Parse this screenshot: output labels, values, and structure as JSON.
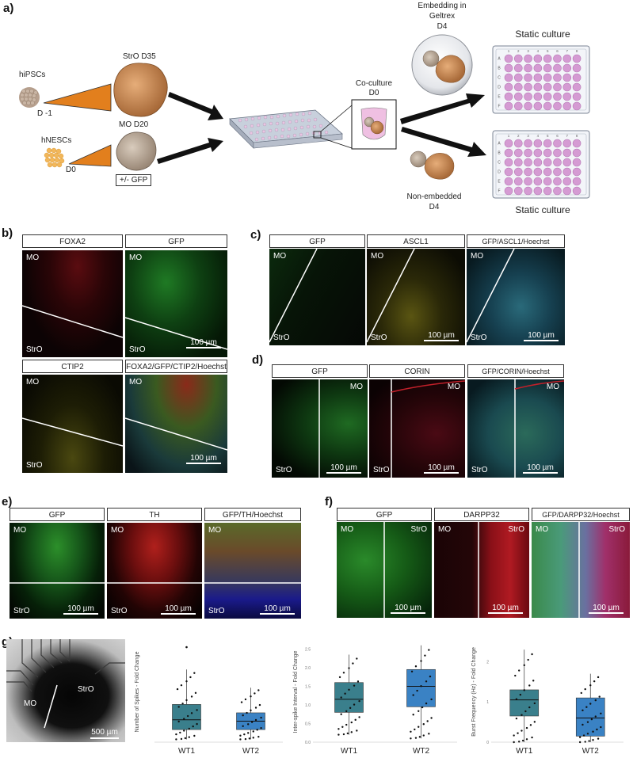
{
  "panel_a": {
    "letter": "a)",
    "hipscs": "hiPSCs",
    "d_minus1": "D -1",
    "stro_d35": "StrO D35",
    "hnescs": "hNESCs",
    "d0_left": "D0",
    "mo_d20": "MO D20",
    "gfp_box": "+/- GFP",
    "coculture_line1": "Co-culture",
    "coculture_line2": "D0",
    "embed_line1": "Embedding in",
    "embed_line2": "Geltrex",
    "embed_line3": "D4",
    "nonembed_line1": "Non-embedded",
    "nonembed_line2": "D4",
    "static_top": "Static culture",
    "static_bottom": "Static culture",
    "plate_rows": [
      "A",
      "B",
      "C",
      "D",
      "E",
      "F"
    ],
    "plate_cols": [
      "1",
      "2",
      "3",
      "4",
      "5",
      "6",
      "7",
      "8"
    ]
  },
  "panel_b": {
    "letter": "b)",
    "titles": [
      "FOXA2",
      "GFP",
      "CTIP2",
      "FOXA2/GFP/CTIP2/Hoechst"
    ],
    "mo": "MO",
    "stro": "StrO",
    "scale": "100 µm"
  },
  "panel_c": {
    "letter": "c)",
    "titles": [
      "GFP",
      "ASCL1",
      "GFP/ASCL1/Hoechst"
    ],
    "mo": "MO",
    "stro": "StrO",
    "scale": "100 µm"
  },
  "panel_d": {
    "letter": "d)",
    "titles": [
      "GFP",
      "CORIN",
      "GFP/CORIN/Hoechst"
    ],
    "mo": "MO",
    "stro": "StrO",
    "scale": "100 µm"
  },
  "panel_e": {
    "letter": "e)",
    "titles": [
      "GFP",
      "TH",
      "GFP/TH/Hoechst"
    ],
    "mo": "MO",
    "stro": "StrO",
    "scale": "100 µm"
  },
  "panel_f": {
    "letter": "f)",
    "titles": [
      "GFP",
      "DARPP32",
      "GFP/DARPP32/Hoechst"
    ],
    "mo": "MO",
    "stro": "StrO",
    "scale": "100 µm"
  },
  "panel_g": {
    "letter": "g)",
    "mo": "MO",
    "stro": "StrO",
    "scale": "500 µm"
  },
  "colors": {
    "teal_box": "#3a7f8c",
    "blue_box": "#3a82c4",
    "orange_wedge": "#e27f1d"
  },
  "chart_data": [
    {
      "type": "box",
      "ylabel": "Number of Spikes - Fold Change",
      "categories": [
        "WT1",
        "WT2"
      ],
      "series": [
        {
          "category": "WT1",
          "min": 0.1,
          "q1": 0.45,
          "median": 0.8,
          "q3": 1.35,
          "max": 2.6,
          "outliers": [
            3.4
          ]
        },
        {
          "category": "WT2",
          "min": 0.1,
          "q1": 0.45,
          "median": 0.75,
          "q3": 1.05,
          "max": 1.95
        }
      ],
      "ylim": [
        0,
        3.6
      ]
    },
    {
      "type": "box",
      "ylabel": "Inter-spike Interval - Fold Change",
      "categories": [
        "WT1",
        "WT2"
      ],
      "yticks": [
        "0.0",
        "0.5",
        "1.0",
        "1.5",
        "2.0",
        "2.5"
      ],
      "series": [
        {
          "category": "WT1",
          "min": 0.2,
          "q1": 0.8,
          "median": 1.15,
          "q3": 1.6,
          "max": 2.35
        },
        {
          "category": "WT2",
          "min": 0.1,
          "q1": 0.95,
          "median": 1.5,
          "q3": 1.95,
          "max": 2.6
        }
      ],
      "ylim": [
        0,
        2.7
      ]
    },
    {
      "type": "box",
      "ylabel": "Burst Frequency (Hz) - Fold Change",
      "categories": [
        "WT1",
        "WT2"
      ],
      "yticks": [
        "0",
        "1",
        "2"
      ],
      "series": [
        {
          "category": "WT1",
          "min": 0.0,
          "q1": 0.65,
          "median": 1.05,
          "q3": 1.3,
          "max": 2.3
        },
        {
          "category": "WT2",
          "min": 0.0,
          "q1": 0.15,
          "median": 0.6,
          "q3": 1.1,
          "max": 1.7
        }
      ],
      "ylim": [
        0,
        2.5
      ]
    }
  ]
}
